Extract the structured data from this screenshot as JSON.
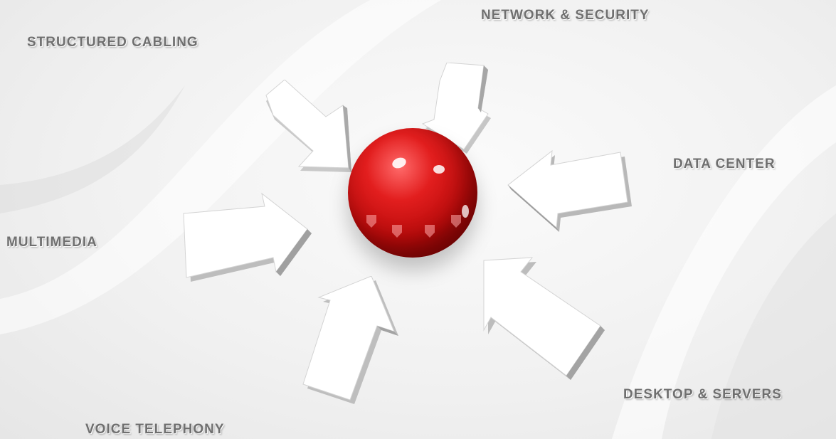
{
  "labels": {
    "structured_cabling": "STRUCTURED CABLING",
    "network_security": "NETWORK & SECURITY",
    "data_center": "DATA CENTER",
    "multimedia": "MULTIMEDIA",
    "desktop_servers": "DESKTOP & SERVERS",
    "voice_telephony": "VOICE TELEPHONY"
  },
  "colors": {
    "sphere": "#d71a1a",
    "arrow_face": "#ffffff",
    "label_text": "#6f6f6f"
  }
}
